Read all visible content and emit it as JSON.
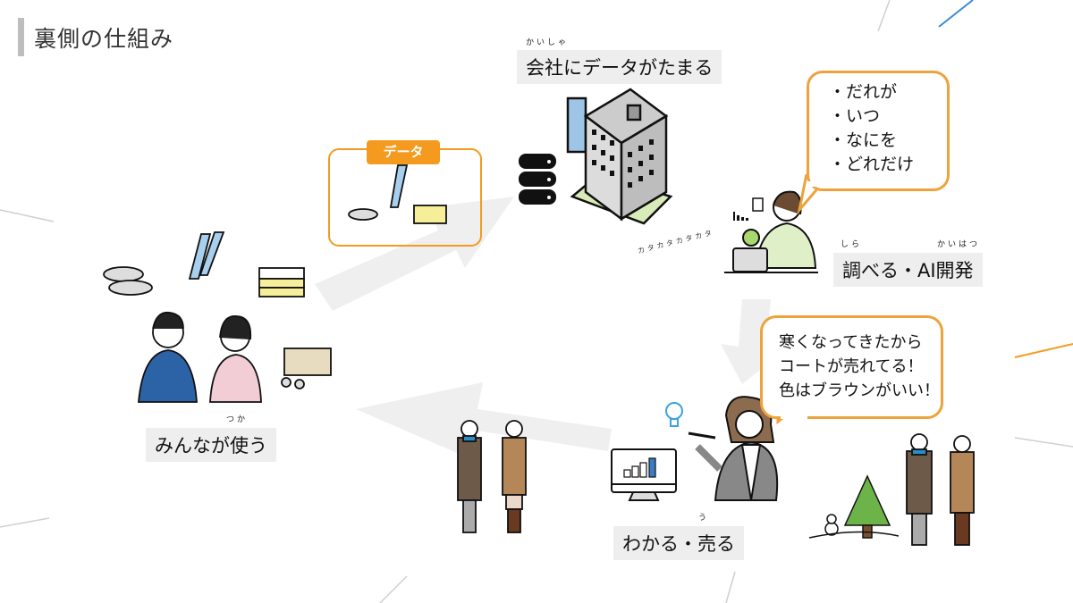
{
  "slide": {
    "title": "裏側の仕組み"
  },
  "steps": {
    "company": {
      "label": "会社にデータがたまる",
      "ruby": "かいしゃ"
    },
    "research": {
      "label": "調べる・AI開発",
      "ruby_1": "しら",
      "ruby_2": "かいはつ"
    },
    "sell": {
      "label": "わかる・売る",
      "ruby": "う"
    },
    "use": {
      "label": "みんなが使う",
      "ruby": "つか"
    }
  },
  "data_box": {
    "tag": "データ"
  },
  "typing_sound": "カタカタカタカタ",
  "bubble_questions": {
    "lines": [
      "・だれが",
      "・いつ",
      "・なにを",
      "・どれだけ"
    ]
  },
  "bubble_insight": {
    "lines": [
      "寒くなってきたから",
      "コートが売れてる！",
      "色はブラウンがいい！"
    ]
  },
  "colors": {
    "accent": "#f39a1f",
    "bubble_border": "#eca33b",
    "label_bg": "#eeeeee",
    "arrow": "#efefef",
    "chart_highlight": "#3a7cc4"
  }
}
